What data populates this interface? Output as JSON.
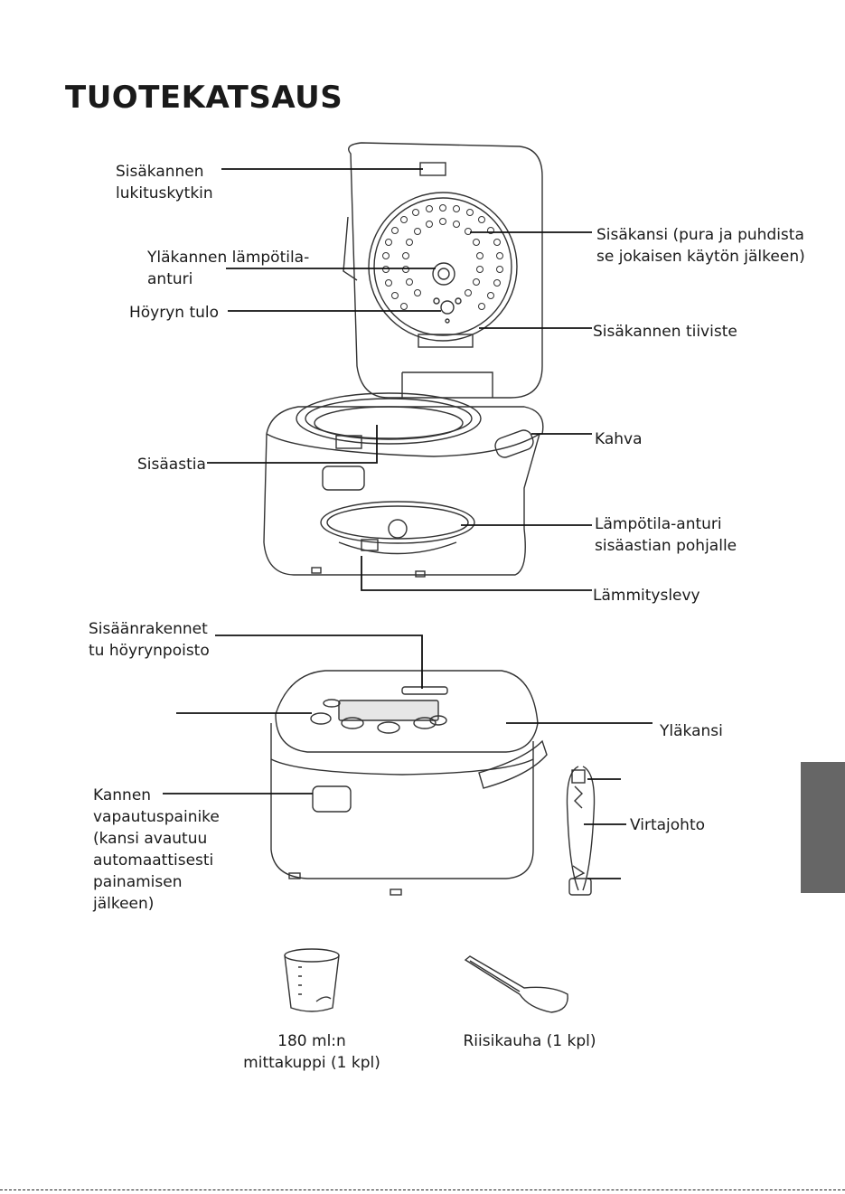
{
  "page": {
    "title": "TUOTEKATSAUS",
    "side_tab_color": "#666666"
  },
  "labels": {
    "lock_switch": "Sisäkannen\nlukituskytkin",
    "lid_temp_sensor": "Yläkannen lämpötila-\nanturi",
    "steam_inlet": "Höyryn tulo",
    "inner_lid": "Sisäkansi (pura ja puhdista\nse jokaisen käytön jälkeen)",
    "inner_lid_seal": "Sisäkannen tiiviste",
    "handle": "Kahva",
    "inner_pot": "Sisäastia",
    "bottom_temp_sensor": "Lämpötila-anturi\nsisäastian pohjalle",
    "heating_plate": "Lämmityslevy",
    "steam_vent": "Sisäänrakennet\ntu höyrynpoisto",
    "top_lid": "Yläkansi",
    "release_button": "Kannen\nvapautuspainike\n(kansi avautuu\nautomaattisesti\npainamisen\njälkeen)",
    "power_cord": "Virtajohto"
  },
  "accessories": {
    "measuring_cup": "180 ml:n\nmittakuppi (1 kpl)",
    "rice_spoon": "Riisikauha (1 kpl)"
  }
}
